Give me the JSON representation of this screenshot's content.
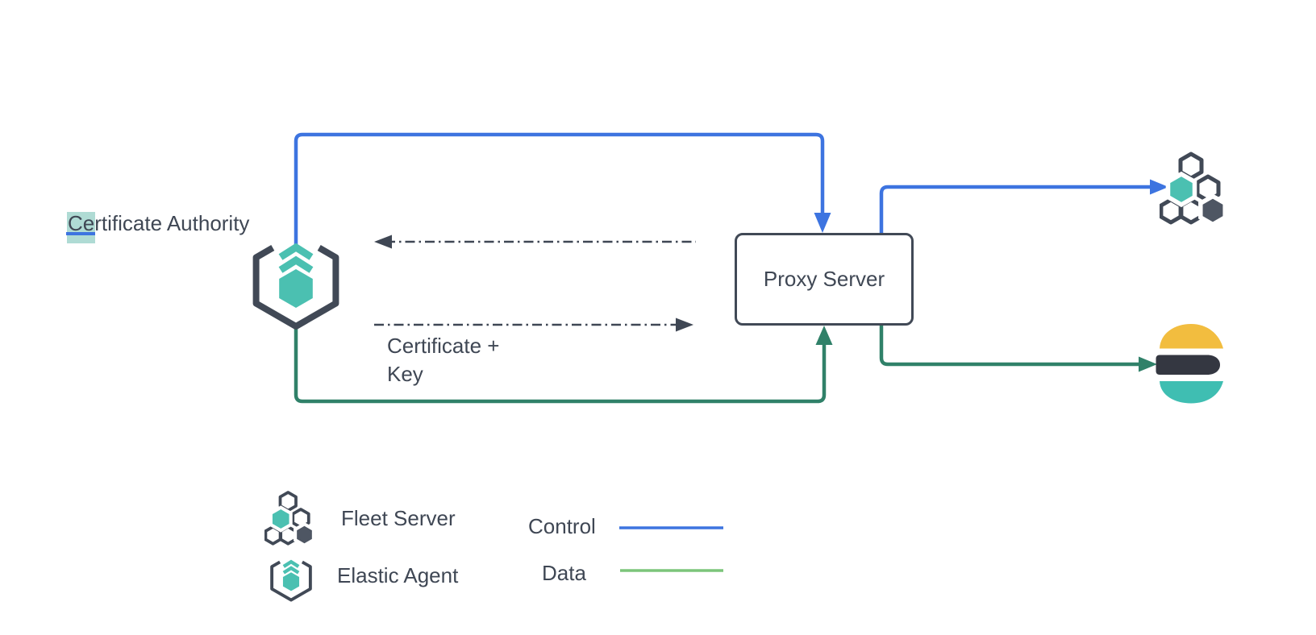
{
  "colors": {
    "control_blue": "#3D74E0",
    "data_green": "#308169",
    "legend_data_green": "#7CC57A",
    "slate": "#414956",
    "arrow_dark": "#3F4754",
    "text_slate": "#3F4754",
    "teal": "#4BC0B1",
    "dark_hex": "#4E5663",
    "es_yellow": "#F2BD3F",
    "es_teal": "#3FBEB2",
    "es_dark": "#343741",
    "highlight_teal": "#9BD2C9"
  },
  "nodes": {
    "certificate_authority": {
      "label": "Certificate Authority"
    },
    "proxy_server": {
      "label": "Proxy Server"
    },
    "elastic_agent": {
      "icon": "elastic-agent"
    },
    "fleet_server": {
      "icon": "fleet-server"
    },
    "elasticsearch": {
      "icon": "elasticsearch"
    }
  },
  "annotations": {
    "certificate_key": {
      "line1": "Certificate +",
      "line2": "Key"
    }
  },
  "legend": {
    "items": [
      {
        "icon": "fleet-server",
        "label": "Fleet Server"
      },
      {
        "icon": "elastic-agent",
        "label": "Elastic Agent"
      }
    ],
    "lines": [
      {
        "label": "Control",
        "color": "#3D74E0"
      },
      {
        "label": "Data",
        "color": "#7CC57A"
      }
    ]
  }
}
